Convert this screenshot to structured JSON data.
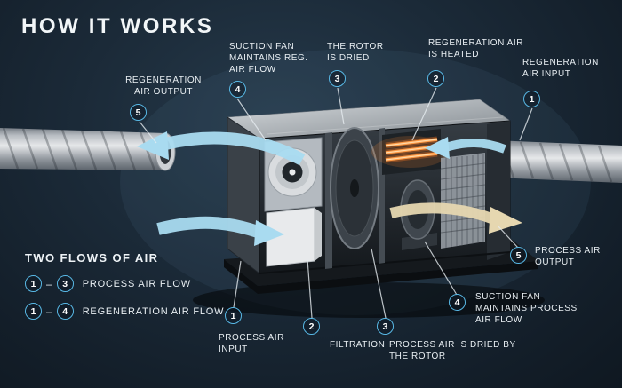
{
  "title": "HOW IT WORKS",
  "legend": {
    "title": "TWO FLOWS OF AIR",
    "items": [
      {
        "from": "1",
        "dash": "–",
        "to": "3",
        "label": "PROCESS AIR FLOW"
      },
      {
        "from": "1",
        "dash": "–",
        "to": "4",
        "label": "REGENERATION AIR FLOW"
      }
    ]
  },
  "callouts": {
    "reg_air_output": {
      "num": "5",
      "label": "REGENERATION AIR OUTPUT"
    },
    "suction_fan_reg": {
      "num": "4",
      "label": "SUCTION FAN MAINTAINS REG. AIR FLOW"
    },
    "rotor_dried": {
      "num": "3",
      "label": "THE ROTOR IS DRIED"
    },
    "reg_air_heated": {
      "num": "2",
      "label": "REGENERATION AIR IS HEATED"
    },
    "reg_air_input": {
      "num": "1",
      "label": "REGENERATION AIR INPUT"
    },
    "process_air_output": {
      "num": "5",
      "label": "PROCESS AIR OUTPUT"
    },
    "suction_fan_process": {
      "num": "4",
      "label": "SUCTION FAN MAINTAINS PROCESS AIR FLOW"
    },
    "process_air_dried": {
      "num": "3",
      "label": "PROCESS AIR IS DRIED BY THE ROTOR"
    },
    "filtration": {
      "num": "2",
      "label": "FILTRATION"
    },
    "process_air_input": {
      "num": "1",
      "label": "PROCESS AIR INPUT"
    }
  },
  "colors": {
    "background": "#16222d",
    "circle_accent": "#58b8e5",
    "process_air": "#a9dbf0",
    "dried_air": "#e6d7b0",
    "heater": "#ff9a45",
    "text": "#e9eff3"
  }
}
